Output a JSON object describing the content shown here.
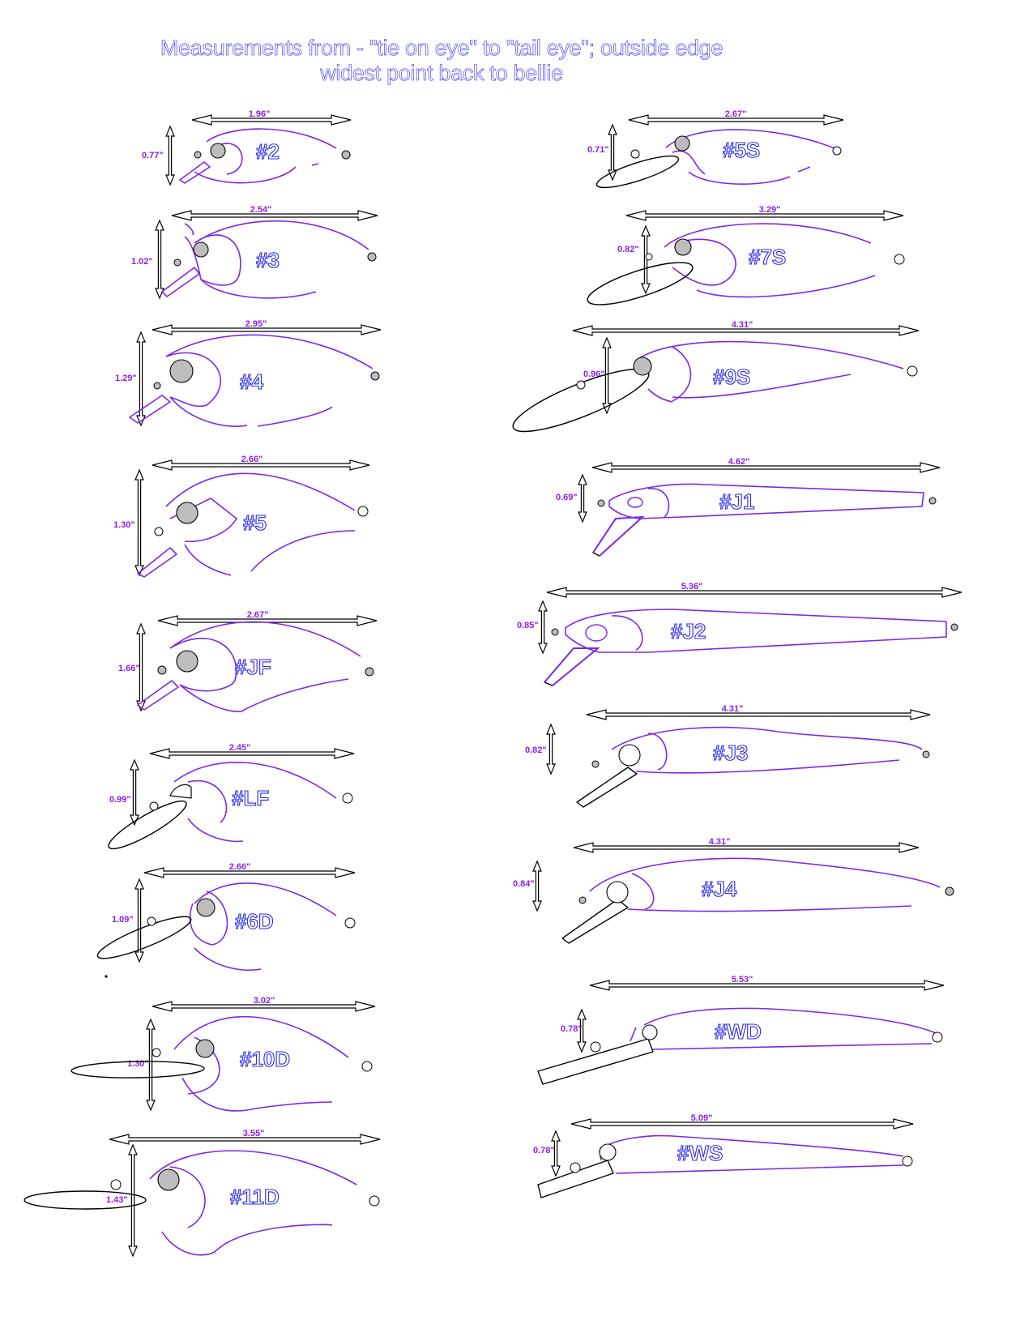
{
  "title": {
    "line1": "Measurements from - \"tie on eye\" to \"tail eye\"; outside edge",
    "line2": "widest point back to bellie"
  },
  "colors": {
    "title": "#1e1ef0",
    "outline": "#7b28e8",
    "dimension_text": "#8a1ee8",
    "label_text": "#2a2ae6"
  },
  "lures": [
    {
      "id": "2",
      "label": "#2",
      "length": "1.96\"",
      "height": "0.77\""
    },
    {
      "id": "3",
      "label": "#3",
      "length": "2.54\"",
      "height": "1.02\""
    },
    {
      "id": "4",
      "label": "#4",
      "length": "2.95\"",
      "height": "1.29\""
    },
    {
      "id": "5",
      "label": "#5",
      "length": "2.66\"",
      "height": "1.30\""
    },
    {
      "id": "JF",
      "label": "#JF",
      "length": "2.67\"",
      "height": "1.66\""
    },
    {
      "id": "LF",
      "label": "#LF",
      "length": "2.45\"",
      "height": "0.99\""
    },
    {
      "id": "6D",
      "label": "#6D",
      "length": "2.66\"",
      "height": "1.09\""
    },
    {
      "id": "10D",
      "label": "#10D",
      "length": "3.02\"",
      "height": "1.30\""
    },
    {
      "id": "11D",
      "label": "#11D",
      "length": "3.55\"",
      "height": "1.43\""
    },
    {
      "id": "5S",
      "label": "#5S",
      "length": "2.67\"",
      "height": "0.71\""
    },
    {
      "id": "7S",
      "label": "#7S",
      "length": "3.29\"",
      "height": "0.82\""
    },
    {
      "id": "9S",
      "label": "#9S",
      "length": "4.31\"",
      "height": "0.96\""
    },
    {
      "id": "J1",
      "label": "#J1",
      "length": "4.62\"",
      "height": "0.69\""
    },
    {
      "id": "J2",
      "label": "#J2",
      "length": "5.36\"",
      "height": "0.85\""
    },
    {
      "id": "J3",
      "label": "#J3",
      "length": "4.31\"",
      "height": "0.82\""
    },
    {
      "id": "J4",
      "label": "#J4",
      "length": "4.31\"",
      "height": "0.84\""
    },
    {
      "id": "WD",
      "label": "#WD",
      "length": "5.53\"",
      "height": "0.78\""
    },
    {
      "id": "WS",
      "label": "#WS",
      "length": "5.09\"",
      "height": "0.78\""
    }
  ]
}
